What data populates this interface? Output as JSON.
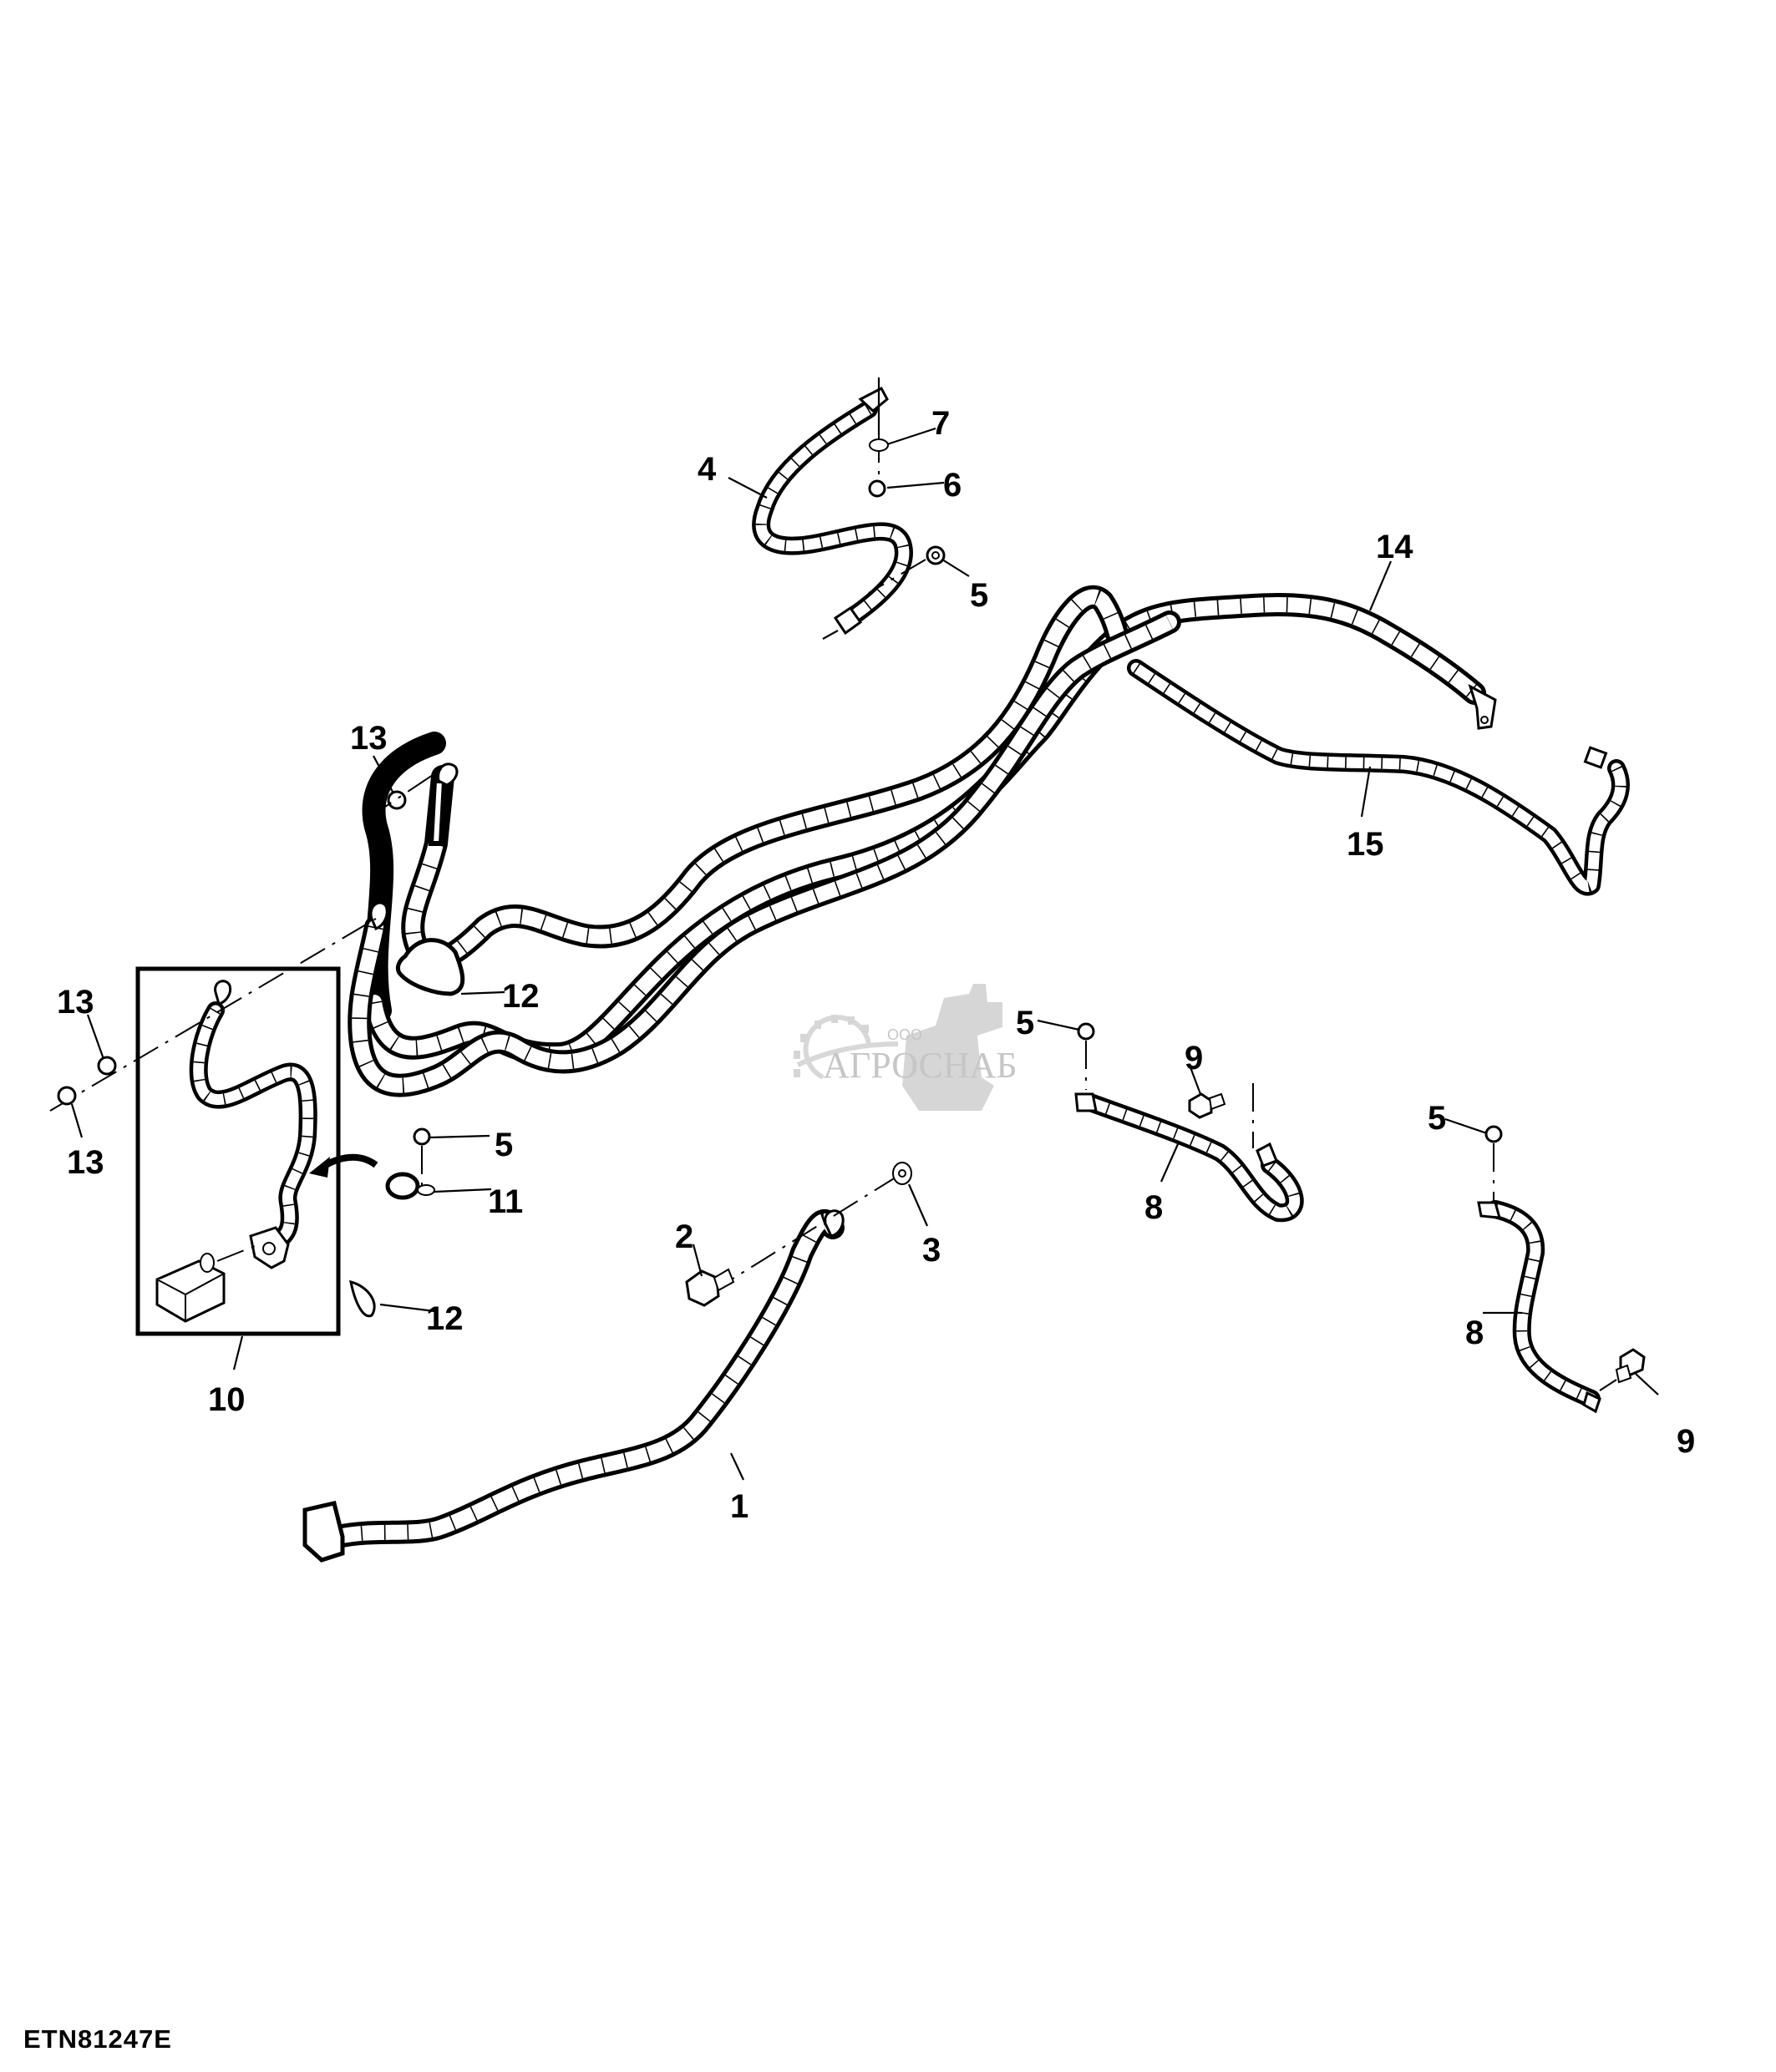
{
  "diagram": {
    "figure_id": "ETN81247E",
    "watermark": {
      "prefix": "ООО",
      "name": "АГРОСНАБ"
    },
    "callouts": [
      {
        "id": "c1",
        "label": "1",
        "part": "cable-1"
      },
      {
        "id": "c2",
        "label": "2",
        "part": "bolt-2"
      },
      {
        "id": "c3",
        "label": "3",
        "part": "washer-3"
      },
      {
        "id": "c4",
        "label": "4",
        "part": "cable-4"
      },
      {
        "id": "c5a",
        "label": "5",
        "part": "nut-5"
      },
      {
        "id": "c5b",
        "label": "5",
        "part": "nut-5"
      },
      {
        "id": "c5c",
        "label": "5",
        "part": "nut-5"
      },
      {
        "id": "c5d",
        "label": "5",
        "part": "nut-5"
      },
      {
        "id": "c6",
        "label": "6",
        "part": "nut-6"
      },
      {
        "id": "c7",
        "label": "7",
        "part": "washer-7"
      },
      {
        "id": "c8a",
        "label": "8",
        "part": "cable-8"
      },
      {
        "id": "c8b",
        "label": "8",
        "part": "cable-8"
      },
      {
        "id": "c9a",
        "label": "9",
        "part": "bolt-9"
      },
      {
        "id": "c9b",
        "label": "9",
        "part": "bolt-9"
      },
      {
        "id": "c10",
        "label": "10",
        "part": "cable-assembly-10"
      },
      {
        "id": "c11",
        "label": "11",
        "part": "clamp-11"
      },
      {
        "id": "c12a",
        "label": "12",
        "part": "strap-12"
      },
      {
        "id": "c12b",
        "label": "12",
        "part": "strap-12"
      },
      {
        "id": "c13a",
        "label": "13",
        "part": "nut-13"
      },
      {
        "id": "c13b",
        "label": "13",
        "part": "nut-13"
      },
      {
        "id": "c13c",
        "label": "13",
        "part": "nut-13"
      },
      {
        "id": "c14",
        "label": "14",
        "part": "cable-14"
      },
      {
        "id": "c15",
        "label": "15",
        "part": "cable-15"
      }
    ]
  }
}
